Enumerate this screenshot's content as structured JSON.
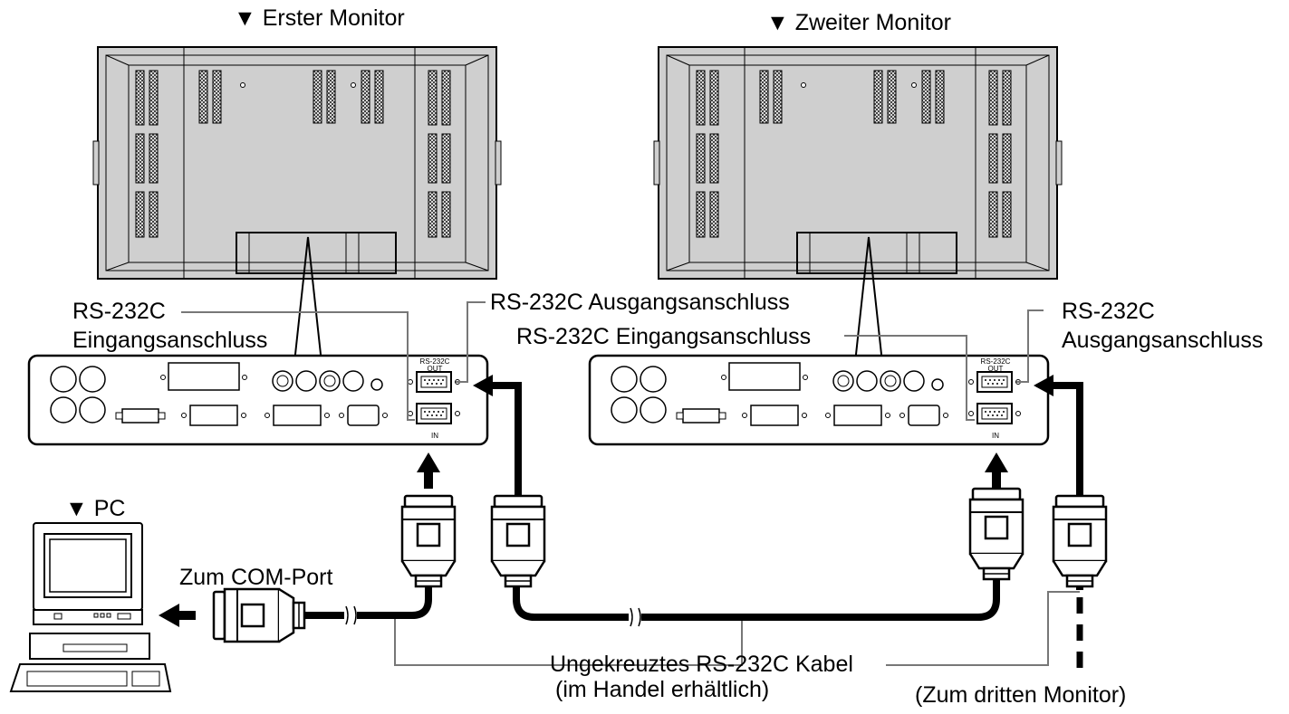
{
  "titles": {
    "first_monitor": "▼ Erster Monitor",
    "second_monitor": "▼ Zweiter Monitor",
    "pc": "▼ PC"
  },
  "labels": {
    "m1_in_line1": "RS-232C",
    "m1_in_line2": "Eingangsanschluss",
    "m1_out": "RS-232C Ausgangsanschluss",
    "m2_in": "RS-232C Eingangsanschluss",
    "m2_out_line1": "RS-232C",
    "m2_out_line2": "Ausgangsanschluss",
    "com_port": "Zum COM-Port",
    "cable_line1": "Ungekreuztes RS-232C Kabel",
    "cable_line2": "(im Handel erhältlich)",
    "third_monitor": "(Zum dritten Monitor)"
  },
  "panel_text": {
    "rs232c": "RS-232C",
    "out": "OUT",
    "in": "IN"
  },
  "colors": {
    "monitor_fill": "#cfcfcf",
    "line": "#000000",
    "leader": "#777777",
    "background": "#ffffff"
  }
}
